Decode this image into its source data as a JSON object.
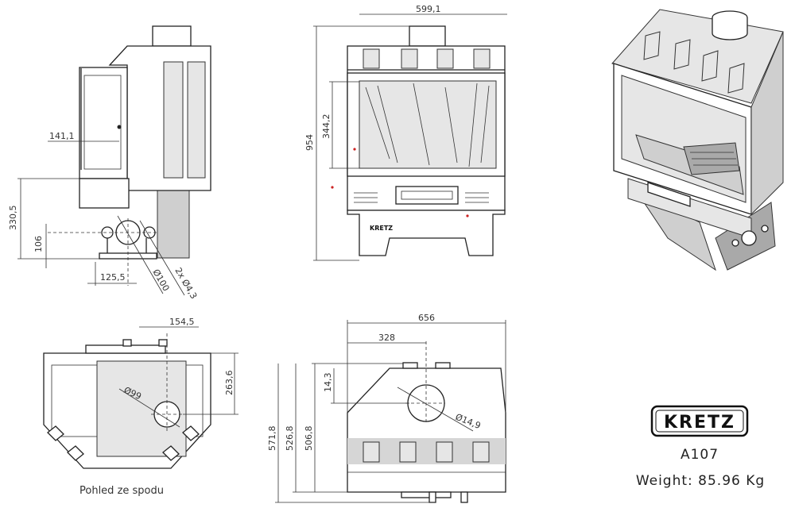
{
  "side_view": {
    "dim_width": "141,1",
    "dim_height": "330,5",
    "dim_axis": "106",
    "dim_offset": "125,5",
    "dim_flue": "Ø100",
    "dim_holes": "2x Ø4,3"
  },
  "front_view": {
    "dim_width": "599,1",
    "dim_height": "954",
    "dim_window": "344,2",
    "brand": "KRETZ"
  },
  "bottom_view": {
    "dim_offset": "154,5",
    "dim_depth": "263,6",
    "dim_flue": "Ø99",
    "caption": "Pohled ze spodu"
  },
  "top_view": {
    "dim_width": "656",
    "dim_half": "328",
    "dim_offset": "14,3",
    "dim_total": "571,8",
    "dim_mid": "526,8",
    "dim_body": "506,8",
    "dim_flue": "Ø14,9"
  },
  "info": {
    "brand": "KRETZ",
    "model": "A107",
    "weight": "Weight: 85.96 Kg"
  },
  "colors": {
    "line": "#222222",
    "accent_dot": "#cc2222",
    "panel_grey": "#d6d6d6"
  }
}
